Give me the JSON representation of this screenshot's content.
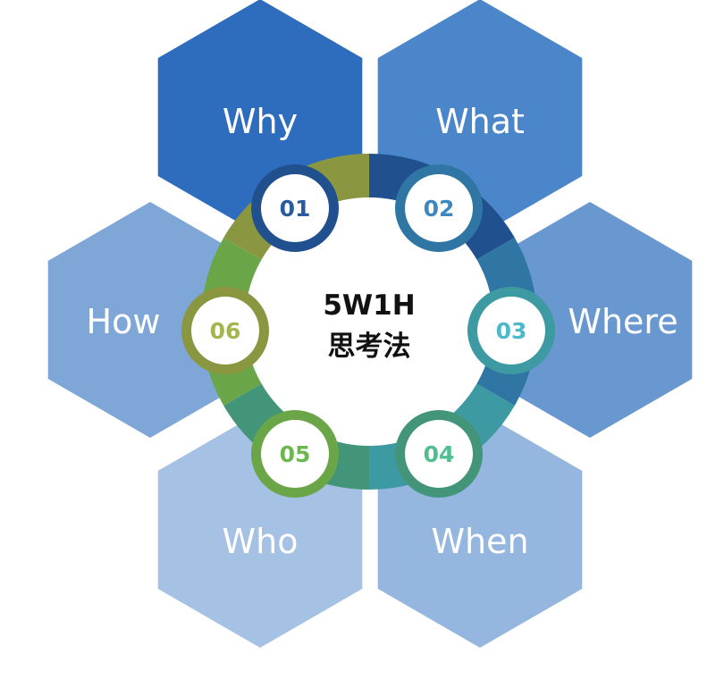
{
  "title_line1": "5W1H",
  "title_line2": "思考法",
  "items": [
    {
      "label": "Why",
      "number": "01",
      "hex_color": "#2e6cbe",
      "arc_color": "#21508e",
      "num_color": "#2a5aa0"
    },
    {
      "label": "What",
      "number": "02",
      "hex_color": "#4a86c9",
      "arc_color": "#2f76a4",
      "num_color": "#3d89bf"
    },
    {
      "label": "Where",
      "number": "03",
      "hex_color": "#6898cf",
      "arc_color": "#3d9aa3",
      "num_color": "#4cb8c9"
    },
    {
      "label": "When",
      "number": "04",
      "hex_color": "#94b6df",
      "arc_color": "#43957a",
      "num_color": "#4fbf8f"
    },
    {
      "label": "Who",
      "number": "05",
      "hex_color": "#a5c1e3",
      "arc_color": "#6aa548",
      "num_color": "#6cb84e"
    },
    {
      "label": "How",
      "number": "06",
      "hex_color": "#7ea6d6",
      "arc_color": "#8a9640",
      "num_color": "#a2b54e"
    }
  ]
}
